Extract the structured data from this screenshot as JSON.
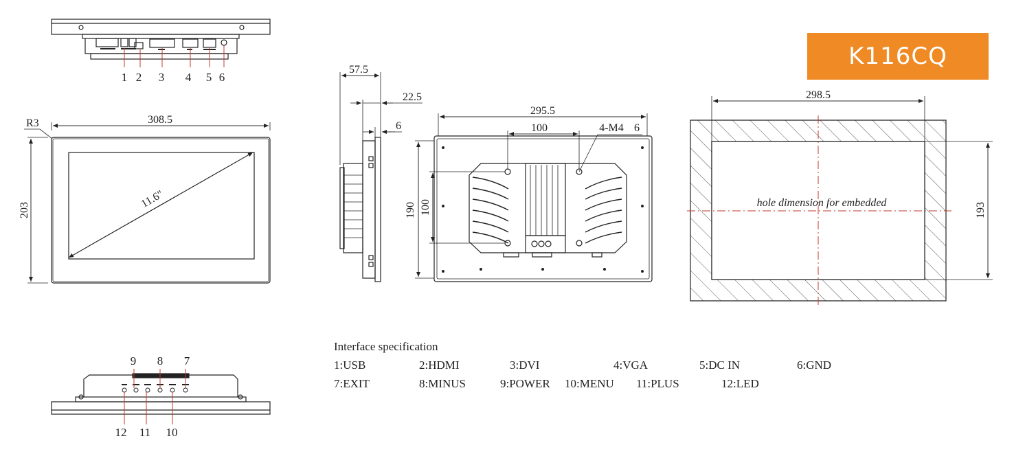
{
  "model_badge": "K116CQ",
  "top_view": {
    "callouts": [
      "1",
      "2",
      "3",
      "4",
      "5",
      "6"
    ]
  },
  "front_view": {
    "corner_radius": "R3",
    "width": "308.5",
    "height": "203",
    "diagonal": "11.6\""
  },
  "side_view": {
    "depth_total": "57.5",
    "depth_body": "22.5",
    "bezel": "6"
  },
  "rear_view": {
    "width": "295.5",
    "hole_spacing_x": "100",
    "screw_spec": "4-M4",
    "screw_depth": "6",
    "height": "190",
    "hole_spacing_y": "100"
  },
  "cutout_view": {
    "width": "298.5",
    "height": "193",
    "label": "hole dimension for embedded"
  },
  "bottom_view": {
    "top_callouts": [
      "9",
      "8",
      "7"
    ],
    "bottom_callouts": [
      "12",
      "11",
      "10"
    ]
  },
  "interface_spec": {
    "title": "Interface specification",
    "rows": [
      [
        "1:USB",
        "2:HDMI",
        "3:DVI",
        "4:VGA",
        "5:DC IN",
        "6:GND"
      ],
      [
        "7:EXIT",
        "8:MINUS",
        "9:POWER",
        "10:MENU",
        "11:PLUS",
        "12:LED"
      ]
    ]
  }
}
